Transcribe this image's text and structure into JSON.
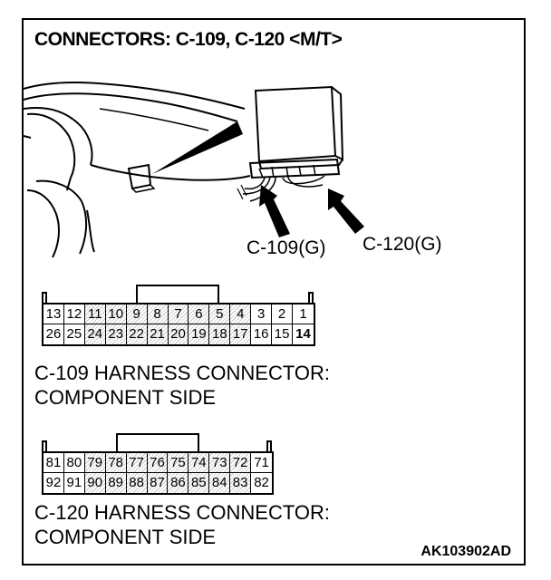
{
  "title": "CONNECTORS: C-109, C-120 <M/T>",
  "labels": {
    "c109": "C-109(G)",
    "c120": "C-120(G)"
  },
  "connector_c109": {
    "row1": [
      "13",
      "12",
      "11",
      "10",
      "9",
      "8",
      "7",
      "6",
      "5",
      "4",
      "3",
      "2",
      "1"
    ],
    "row2": [
      "26",
      "25",
      "24",
      "23",
      "22",
      "21",
      "20",
      "19",
      "18",
      "17",
      "16",
      "15",
      "14"
    ],
    "hatched": [
      "11",
      "10",
      "9",
      "8",
      "7",
      "6",
      "5",
      "4",
      "24",
      "23",
      "22",
      "21",
      "20",
      "19",
      "18",
      "17"
    ],
    "bold": [
      "14"
    ],
    "caption_line1": "C-109 HARNESS CONNECTOR:",
    "caption_line2": "COMPONENT SIDE"
  },
  "connector_c120": {
    "row1": [
      "81",
      "80",
      "79",
      "78",
      "77",
      "76",
      "75",
      "74",
      "73",
      "72",
      "71"
    ],
    "row2": [
      "92",
      "91",
      "90",
      "89",
      "88",
      "87",
      "86",
      "85",
      "84",
      "83",
      "82"
    ],
    "hatched": [
      "79",
      "78",
      "77",
      "76",
      "75",
      "74",
      "73",
      "72",
      "90",
      "89",
      "88",
      "87",
      "86",
      "85",
      "84",
      "83"
    ],
    "bold": [],
    "caption_line1": "C-120 HARNESS CONNECTOR:",
    "caption_line2": "COMPONENT SIDE"
  },
  "figure_code": "AK103902AD"
}
